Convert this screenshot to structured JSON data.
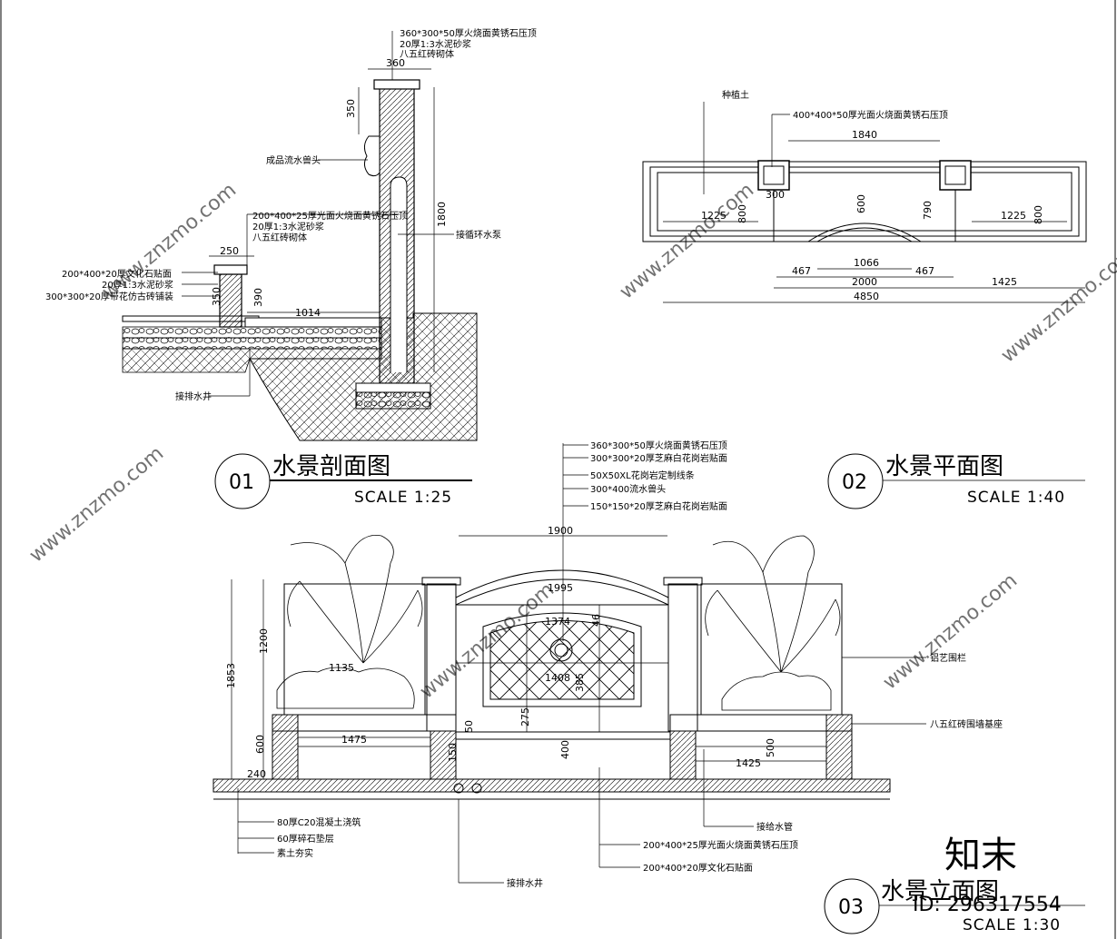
{
  "sheet": {
    "views": [
      {
        "id": "01",
        "title": "水景剖面图",
        "scale": "SCALE 1:25",
        "dims": {
          "top_width": "360",
          "cap_h": "350",
          "height": "1800",
          "planter_w": "250",
          "planter_h1": "350",
          "planter_h2": "390",
          "span": "1014"
        },
        "notes": {
          "cap_stack": [
            "360*300*50厚火烧面黄锈石压顶",
            "20厚1:3水泥砂浆",
            "八五红砖砌体"
          ],
          "planter_stack": [
            "200*400*25厚光面火烧面黄锈石压顶",
            "20厚1:3水泥砂浆",
            "八五红砖砌体"
          ],
          "pave_stack": [
            "200*400*20厚文化石贴面",
            "20厚1:3水泥砂浆",
            "300*300*20厚带花仿古砖铺装"
          ],
          "spout": "成品流水兽头",
          "pump": "接循环水泵",
          "drain": "接排水井"
        }
      },
      {
        "id": "02",
        "title": "水景平面图",
        "scale": "SCALE 1:40",
        "dims": {
          "overall": "4850",
          "top": "1840",
          "left_w": "1225",
          "right_w": "1225",
          "left_d": "800",
          "right_d": "800",
          "pier": "300",
          "mid_d": "600",
          "mid_d2": "790",
          "arc": "1066",
          "side_l": "467",
          "side_r": "467",
          "center": "2000",
          "right_seg": "1425"
        },
        "notes": {
          "soil": "种植土",
          "cap": "400*400*50厚光面火烧面黄锈石压顶"
        }
      },
      {
        "id": "03",
        "title": "水景立面图",
        "scale": "SCALE 1:30",
        "dims": {
          "width": "1900",
          "arch": "1995",
          "panel_top": "1374",
          "panel_bottom": "1408",
          "inner_l": "1135",
          "left_h": "1200",
          "total_h": "1853",
          "base_h": "600",
          "base_l": "1475",
          "base_r": "1425",
          "curb": "240",
          "p150": "150",
          "p50": "50",
          "p275": "275",
          "p400": "400",
          "p500": "500",
          "p385": "385",
          "p46": "46"
        },
        "notes": {
          "top_stack": [
            "360*300*50厚火烧面黄锈石压顶",
            "300*300*20厚芝麻白花岗岩贴面",
            "50X50XL花岗岩定制线条",
            "300*400流水兽头",
            "150*150*20厚芝麻白花岗岩贴面"
          ],
          "railing": "铝艺围栏",
          "base": "八五红砖围墙基座",
          "supply": "接给水管",
          "cap2": "200*400*25厚光面火烧面黄锈石压顶",
          "face2": "200*400*20厚文化石贴面",
          "drain2": "接排水井",
          "layers": [
            "80厚C20混凝土浇筑",
            "60厚碎石垫层",
            "素土夯实"
          ]
        }
      }
    ],
    "watermark": "www.znzmo.com",
    "brand": "知末",
    "id_label": "ID: 296317554"
  }
}
